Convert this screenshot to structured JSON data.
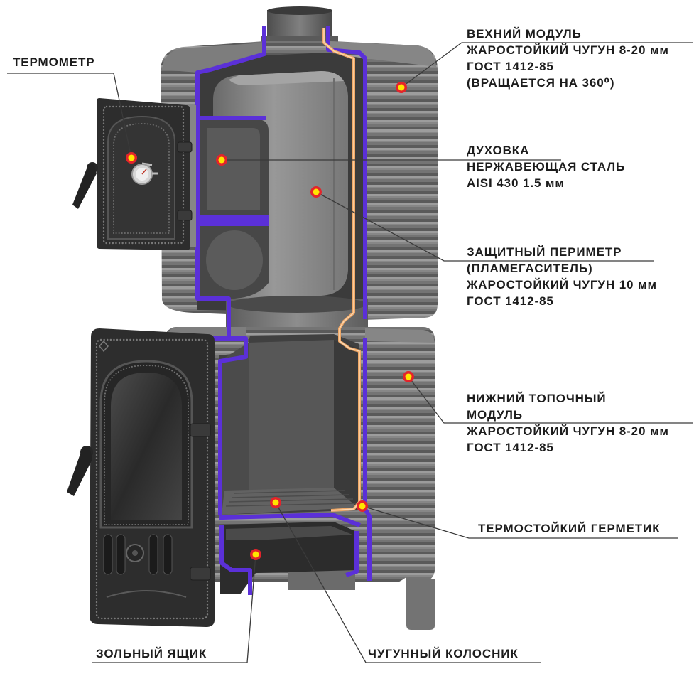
{
  "callouts": {
    "thermometer": {
      "lines": [
        "ТЕРМОМЕТР"
      ]
    },
    "upper_module": {
      "lines": [
        "ВЕХНИЙ МОДУЛЬ",
        "ЖАРОСТОЙКИЙ ЧУГУН 8-20 мм",
        "ГОСТ 1412-85",
        "(ВРАЩАЕТСЯ НА 360⁰)"
      ]
    },
    "oven": {
      "lines": [
        "ДУХОВКА",
        "НЕРЖАВЕЮЩАЯ СТАЛЬ",
        "AISI 430 1.5 мм"
      ]
    },
    "protective_perimeter": {
      "lines": [
        "ЗАЩИТНЫЙ ПЕРИМЕТР",
        "(ПЛАМЕГАСИТЕЛЬ)",
        "ЖАРОСТОЙКИЙ ЧУГУН 10 мм",
        "ГОСТ 1412-85"
      ]
    },
    "lower_module": {
      "lines": [
        "НИЖНИЙ ТОПОЧНЫЙ",
        "МОДУЛЬ",
        "ЖАРОСТОЙКИЙ ЧУГУН 8-20 мм",
        "ГОСТ 1412-85"
      ]
    },
    "sealant": {
      "lines": [
        "ТЕРМОСТОЙКИЙ ГЕРМЕТИК"
      ]
    },
    "ash_box": {
      "lines": [
        "ЗОЛЬНЫЙ ЯЩИК"
      ]
    },
    "grate": {
      "lines": [
        "ЧУГУННЫЙ КОЛОСНИК"
      ]
    }
  },
  "colors": {
    "cut_outline": "#5b30d8",
    "sealant": "#f0a866",
    "marker_fill": "#ffe600",
    "marker_ring": "#e3242b",
    "text": "#1c1c1c",
    "leader": "#3a3a3a",
    "background": "#ffffff"
  }
}
